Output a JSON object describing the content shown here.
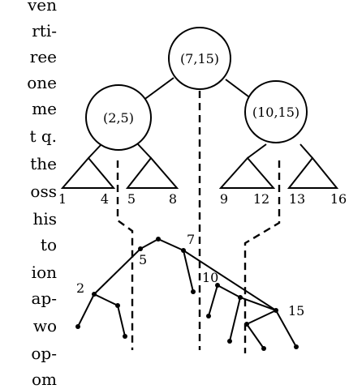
{
  "text_lines": [
    "ven",
    "rti-",
    "ree",
    "one",
    "me",
    "t q.",
    "the",
    "oss",
    "his",
    "to",
    "ion",
    "ap-",
    "wo",
    "op-",
    "om"
  ],
  "nodes": {
    "root": "(7,15)",
    "left": "(2,5)",
    "right": "(10,15)"
  },
  "leaf_labels": [
    "1",
    "4",
    "5",
    "8",
    "9",
    "12",
    "13",
    "16"
  ],
  "polyline_labels": [
    "2",
    "5",
    "7",
    "10",
    "15"
  ]
}
